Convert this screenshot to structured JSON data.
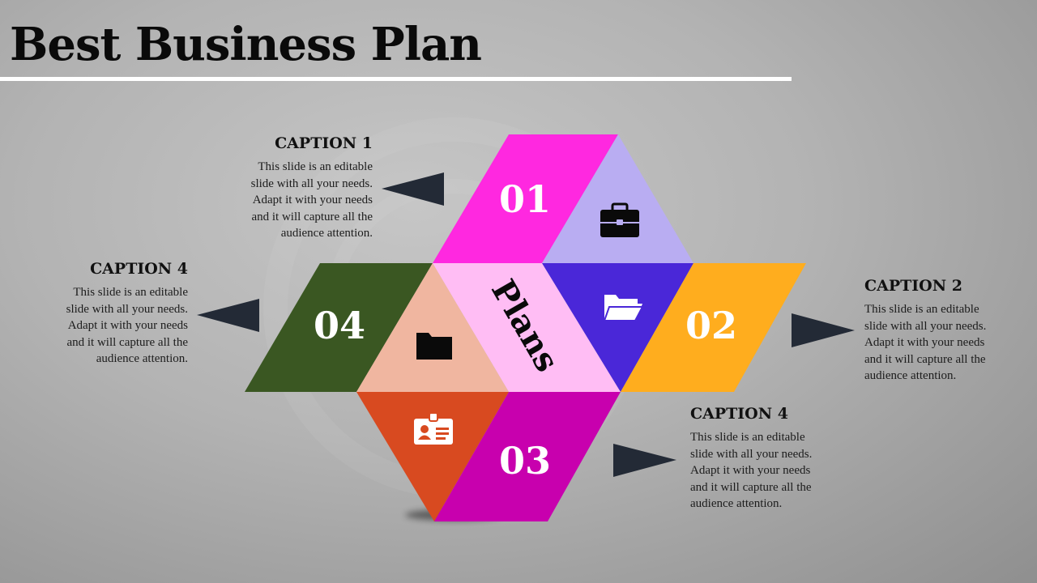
{
  "slide": {
    "title": "Best Business Plan"
  },
  "center": {
    "label": "Plans"
  },
  "segments": [
    {
      "number": "01",
      "color": "#ff28e0",
      "icon": "briefcase-icon",
      "icon_bg": "#b9adf2"
    },
    {
      "number": "02",
      "color": "#ffad1e",
      "icon": "folder-open-icon",
      "icon_bg": "#4a27d8"
    },
    {
      "number": "03",
      "color": "#c800ae",
      "icon": "id-card-icon",
      "icon_bg": "#d84a20"
    },
    {
      "number": "04",
      "color": "#3a5722",
      "icon": "folder-icon",
      "icon_bg": "#f0b6a0"
    }
  ],
  "captions": [
    {
      "title": "CAPTION 1",
      "text": [
        "This slide is an editable",
        "slide with all your needs.",
        "Adapt it  with your needs",
        "and it will  capture all the",
        "audience attention."
      ]
    },
    {
      "title": "CAPTION 2",
      "text": [
        "This slide is an editable",
        "slide with all your needs.",
        "Adapt it  with your needs",
        "and it will  capture all the",
        "audience attention."
      ]
    },
    {
      "title": "CAPTION 4",
      "text": [
        "This slide is an editable",
        "slide with all your needs.",
        "Adapt it  with your needs",
        "and it will  capture all the",
        "audience attention."
      ]
    },
    {
      "title": "CAPTION 4",
      "text": [
        "This slide is an editable",
        "slide with all your needs.",
        "Adapt it  with your needs",
        "and it will  capture all the",
        "audience attention."
      ]
    }
  ],
  "colors": {
    "center": "#ffbdf4",
    "arrow": "#232a36",
    "title_rule": "#ffffff"
  }
}
